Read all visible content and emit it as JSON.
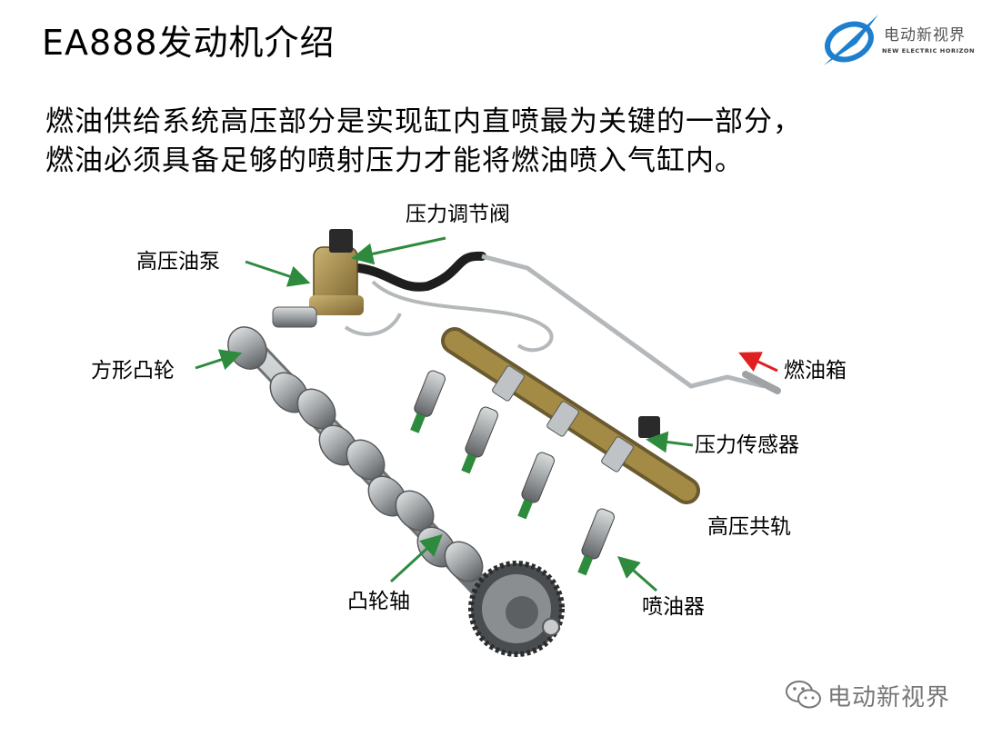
{
  "slide": {
    "title": "EA888发动机介绍",
    "lines": [
      "燃油供给系统高压部分是实现缸内直喷最为关键的一部分，",
      "燃油必须具备足够的喷射压力才能将燃油喷入气缸内。"
    ]
  },
  "logo": {
    "cn": "电动新视界",
    "en": "NEW ELECTRIC HORIZON",
    "colors": {
      "primary": "#1f7fcf",
      "accent": "#4a4a4a"
    }
  },
  "diagram": {
    "labels": {
      "pressure_valve": "压力调节阀",
      "hp_pump": "高压油泵",
      "cam_lobe": "方形凸轮",
      "fuel_tank": "燃油箱",
      "pressure_sensor": "压力传感器",
      "rail": "高压共轨",
      "camshaft": "凸轮轴",
      "injector": "喷油器"
    },
    "colors": {
      "arrow": "#2e8b3e",
      "tank_arrow": "#e02020",
      "metal": "#a8acae",
      "brass": "#a38a45"
    }
  },
  "watermark": {
    "text": "电动新视界",
    "icon": "wechat-icon"
  }
}
